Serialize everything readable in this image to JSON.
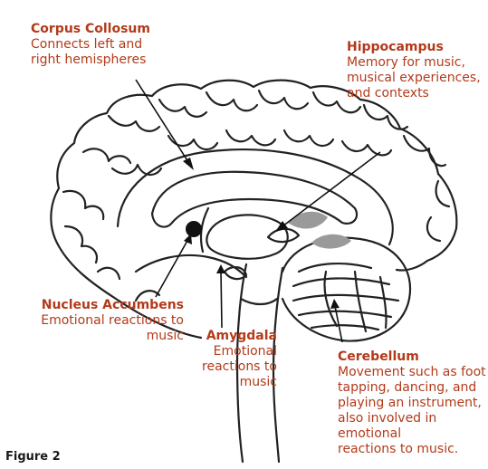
{
  "figure_caption": "Figure 2",
  "colors": {
    "label_text": "#b33a1a",
    "outline": "#222222",
    "shading": "#9a9a9a",
    "marker": "#111111"
  },
  "labels": {
    "corpus_collosum": {
      "title": "Corpus Collosum",
      "description": "Connects left and\nright hemispheres"
    },
    "hippocampus": {
      "title": "Hippocampus",
      "description": "Memory for music,\nmusical experiences,\nand contexts"
    },
    "nucleus_accumbens": {
      "title": "Nucleus Accumbens",
      "description": "Emotional reactions to music"
    },
    "amygdala": {
      "title": "Amygdala",
      "description": "Emotional\nreactions to\nmusic"
    },
    "cerebellum": {
      "title": "Cerebellum",
      "description": "Movement such as foot\ntapping, dancing, and\nplaying an instrument,\nalso involved in emotional\nreactions to music."
    }
  }
}
